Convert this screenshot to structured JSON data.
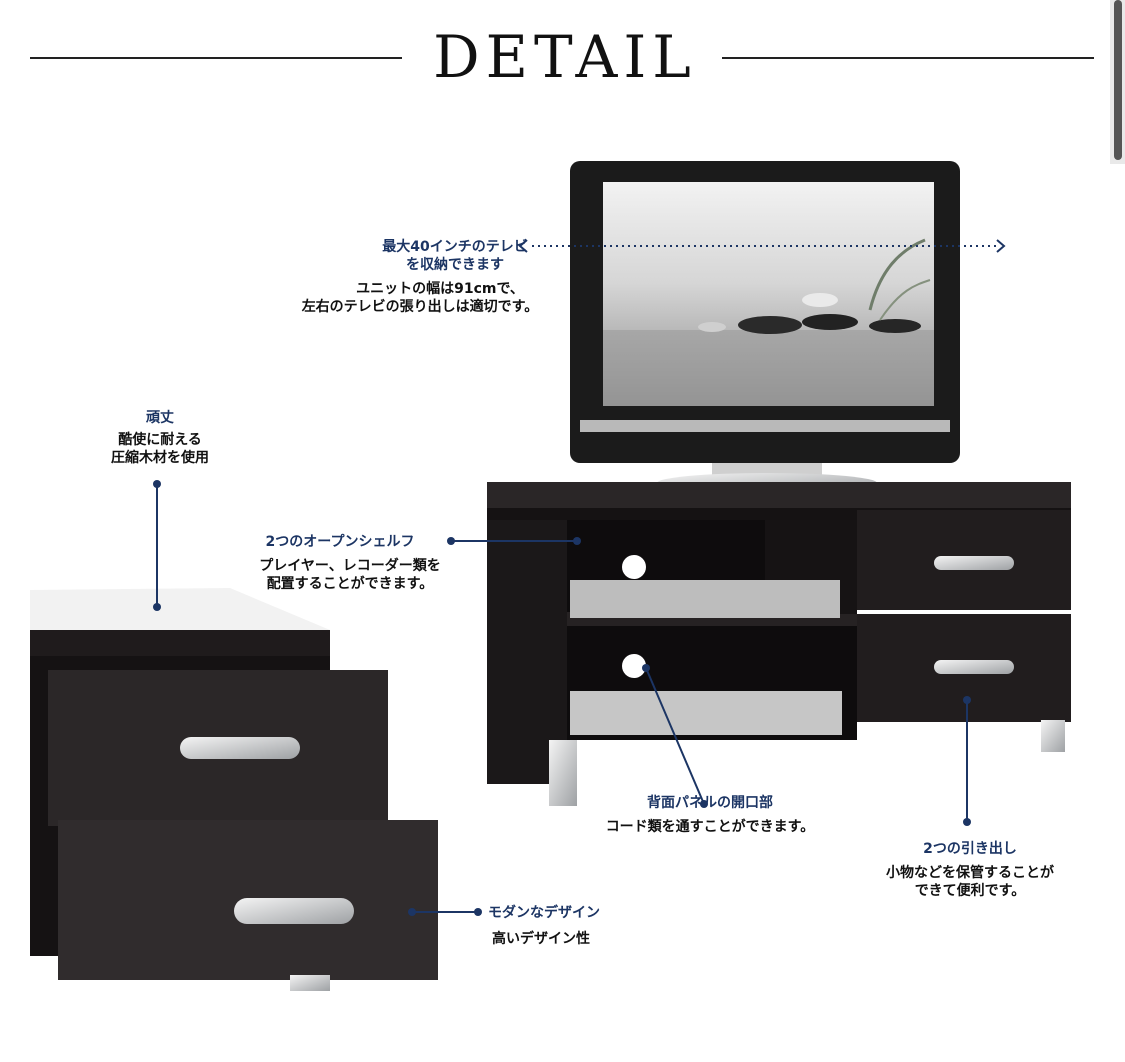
{
  "header": {
    "title": "DETAIL"
  },
  "callouts": {
    "tv": {
      "title_1": "最大40インチのテレビ",
      "title_2": "を収納できます",
      "desc_1": "ユニットの幅は91cmで、",
      "desc_2": "左右のテレビの張り出しは適切です。"
    },
    "sturdy": {
      "title": "頑丈",
      "desc_1": "酷使に耐える",
      "desc_2": "圧縮木材を使用"
    },
    "shelf": {
      "title": "2つのオープンシェルフ",
      "desc_1": "プレイヤー、レコーダー類を",
      "desc_2": "配置することができます。"
    },
    "back": {
      "title": "背面パネルの開口部",
      "desc_1": "コード類を通すことができます。"
    },
    "drawers": {
      "title": "2つの引き出し",
      "desc_1": "小物などを保管することが",
      "desc_2": "できて便利です。"
    },
    "modern": {
      "title": "モダンなデザイン",
      "desc_1": "高いデザイン性"
    }
  },
  "colors": {
    "accent": "#1c3564",
    "furniture": "#1b1819",
    "metal": "#c9cbcd"
  }
}
